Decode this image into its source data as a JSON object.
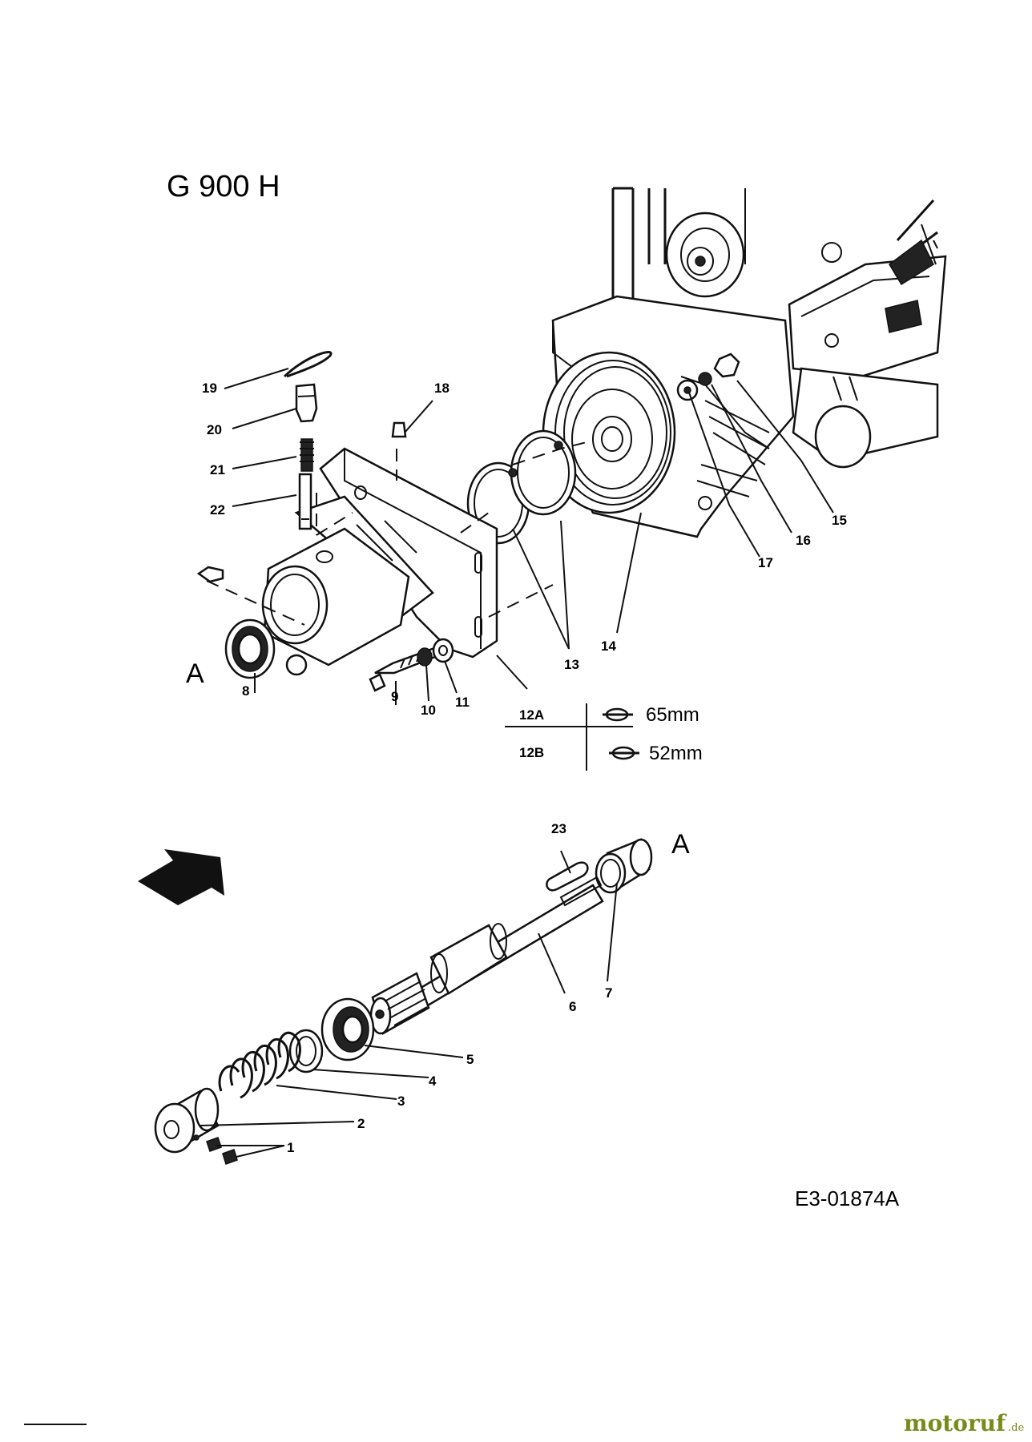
{
  "title": "G 900 H",
  "drawing_number": "E3-01874A",
  "view_label": "A",
  "callouts": {
    "c1": "1",
    "c2": "2",
    "c3": "3",
    "c4": "4",
    "c5": "5",
    "c6": "6",
    "c7": "7",
    "c8": "8",
    "c9": "9",
    "c10": "10",
    "c11": "11",
    "c13": "13",
    "c14": "14",
    "c15": "15",
    "c16": "16",
    "c17": "17",
    "c18": "18",
    "c19": "19",
    "c20": "20",
    "c21": "21",
    "c22": "22",
    "c23": "23"
  },
  "spec_table": {
    "rows": [
      {
        "part": "12A",
        "size": "65mm"
      },
      {
        "part": "12B",
        "size": "52mm"
      }
    ]
  },
  "watermark": {
    "brand": "motoruf",
    "tld": ".de"
  }
}
